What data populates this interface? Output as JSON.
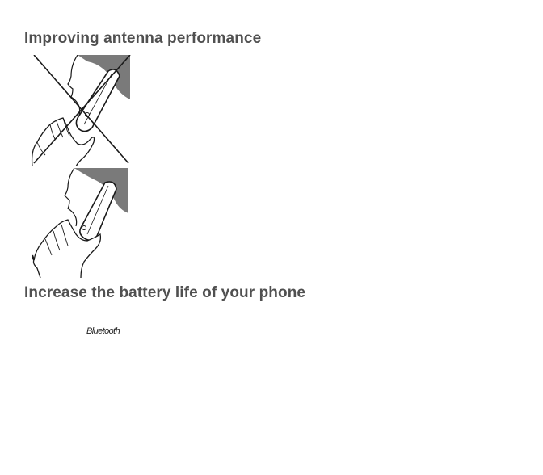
{
  "sections": {
    "antenna": {
      "heading": "Improving antenna performance"
    },
    "battery": {
      "heading": "Increase the battery life of your phone",
      "caption": "Bluetooth"
    }
  },
  "illustrations": {
    "wrong": {
      "icon": "phone-held-covering-antenna-crossed-out"
    },
    "right": {
      "icon": "phone-held-correctly"
    }
  },
  "colors": {
    "heading": "#505050",
    "hair_shade": "#7a7a7a",
    "line_art": "#1a1a1a"
  }
}
